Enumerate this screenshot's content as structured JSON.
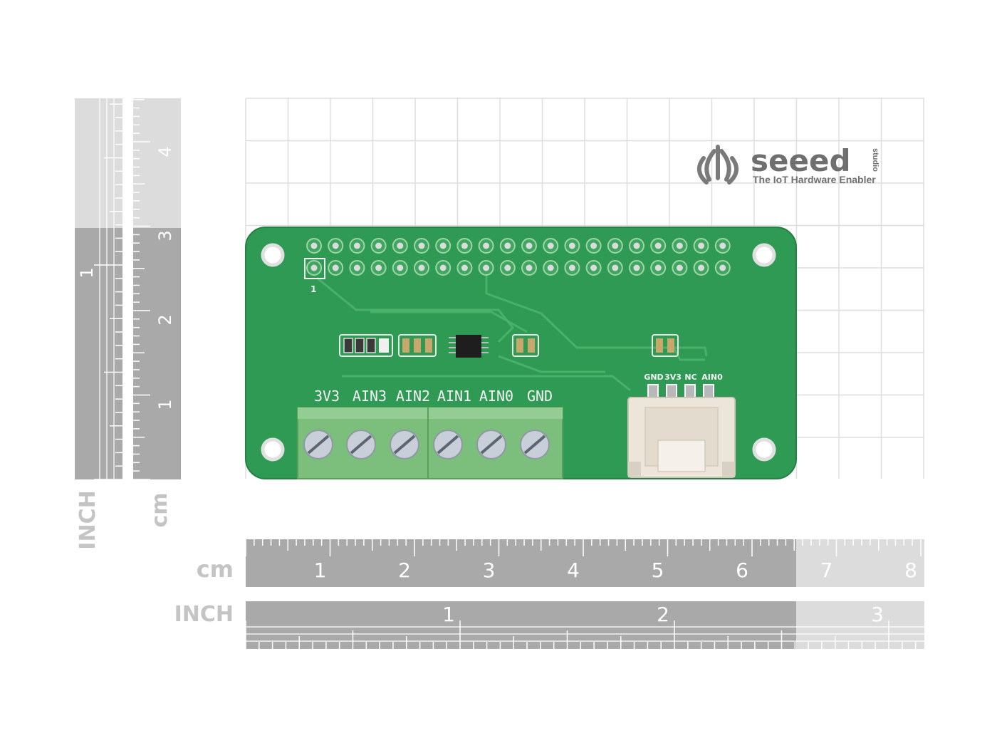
{
  "brand": {
    "name": "seeed",
    "suffix": "studio",
    "tagline": "The IoT Hardware Enabler"
  },
  "board": {
    "terminal_labels": [
      "3V3",
      "AIN3",
      "AIN2",
      "AIN1",
      "AIN0",
      "GND"
    ],
    "connector_labels": [
      "GND",
      "3V3",
      "NC",
      "AIN0"
    ]
  },
  "rulers": {
    "vertical_inch_label": "INCH",
    "vertical_cm_label": "cm",
    "vertical_inch_numbers": [
      "1"
    ],
    "vertical_cm_numbers": [
      "1",
      "2",
      "3",
      "4"
    ],
    "horizontal_cm_label": "cm",
    "horizontal_cm_numbers": [
      "1",
      "2",
      "3",
      "4",
      "5",
      "6",
      "7",
      "8"
    ],
    "horizontal_inch_label": "INCH",
    "horizontal_inch_numbers": [
      "1",
      "2",
      "3"
    ]
  },
  "colors": {
    "pcb": "#2f9a53",
    "pcb_trace": "#49b169",
    "terminal_block": "#7cbf7c",
    "ruler_dark": "#a9a9a9",
    "ruler_light": "#dcdcdc",
    "grid": "#dedede"
  }
}
